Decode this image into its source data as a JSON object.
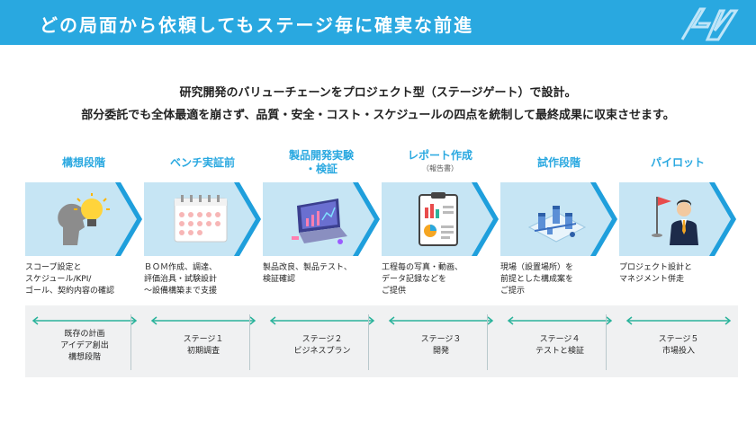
{
  "header": {
    "title": "どの局面から依頼してもステージ毎に確実な前進"
  },
  "intro": {
    "line1": "研究開発のバリューチェーンをプロジェクト型（ステージゲート）で設計。",
    "line2": "部分委託でも全体最適を崩さず、品質・安全・コスト・スケジュールの四点を統制して最終成果に収束させます。"
  },
  "stages": [
    {
      "name_lines": [
        "構想段階"
      ],
      "sub": "",
      "icon": "lightbulb-head-icon",
      "desc_lines": [
        "スコープ設定と",
        "スケジュール/KPI/",
        "ゴール、契約内容の確認"
      ],
      "phase_lines": [
        "既存の計画",
        "アイデア創出",
        "構想段階"
      ]
    },
    {
      "name_lines": [
        "ベンチ実証前"
      ],
      "sub": "",
      "icon": "calendar-icon",
      "desc_lines": [
        "ＢＯＭ作成、調達、",
        "評価治具・試験設計",
        "～設備構築まで支援"
      ],
      "phase_lines": [
        "ステージ１",
        "初期調査"
      ]
    },
    {
      "name_lines": [
        "製品開発実験",
        "・検証"
      ],
      "sub": "",
      "icon": "laptop-analytics-icon",
      "desc_lines": [
        "製品改良、製品テスト、",
        "検証確認"
      ],
      "phase_lines": [
        "ステージ２",
        "ビジネスプラン"
      ]
    },
    {
      "name_lines": [
        "レポート作成"
      ],
      "sub": "（報告書）",
      "icon": "report-clipboard-icon",
      "desc_lines": [
        "工程毎の写真・動画、",
        "データ記録などを",
        "ご提供"
      ],
      "phase_lines": [
        "ステージ３",
        "開発"
      ]
    },
    {
      "name_lines": [
        "試作段階"
      ],
      "sub": "",
      "icon": "factory-line-icon",
      "desc_lines": [
        "現場（設置場所）を",
        "前提とした構成案を",
        "ご提示"
      ],
      "phase_lines": [
        "ステージ４",
        "テストと検証"
      ]
    },
    {
      "name_lines": [
        "パイロット"
      ],
      "sub": "",
      "icon": "businessman-flag-icon",
      "desc_lines": [
        "プロジェクト設計と",
        "マネジメント併走"
      ],
      "phase_lines": [
        "ステージ５",
        "市場投入"
      ]
    }
  ],
  "colors": {
    "accent": "#29a8e0",
    "arrow_light": "#c6e5f4",
    "arrow_dark": "#1f9fdc",
    "phase_bg": "#f0f1f2"
  }
}
